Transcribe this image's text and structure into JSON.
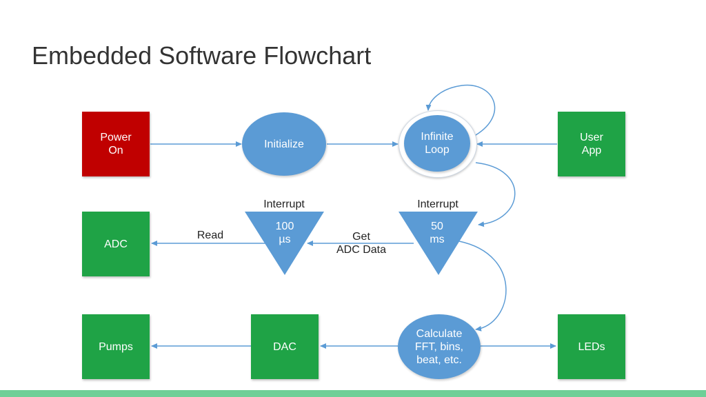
{
  "title": "Embedded Software Flowchart",
  "nodes": {
    "power_on": "Power\nOn",
    "initialize": "Initialize",
    "infinite_loop": "Infinite\nLoop",
    "user_app": "User\nApp",
    "adc": "ADC",
    "interrupt_100": "100\nµs",
    "interrupt_50": "50\nms",
    "pumps": "Pumps",
    "dac": "DAC",
    "calculate": "Calculate\nFFT, bins,\nbeat, etc.",
    "leds": "LEDs"
  },
  "labels": {
    "interrupt_left": "Interrupt",
    "interrupt_right": "Interrupt",
    "read": "Read",
    "get_adc_data": "Get\nADC Data"
  },
  "colors": {
    "red": "#c00000",
    "green": "#1fa346",
    "blue": "#5b9bd5",
    "arrow": "#5b9bd5",
    "bar": "#6fcf97"
  }
}
